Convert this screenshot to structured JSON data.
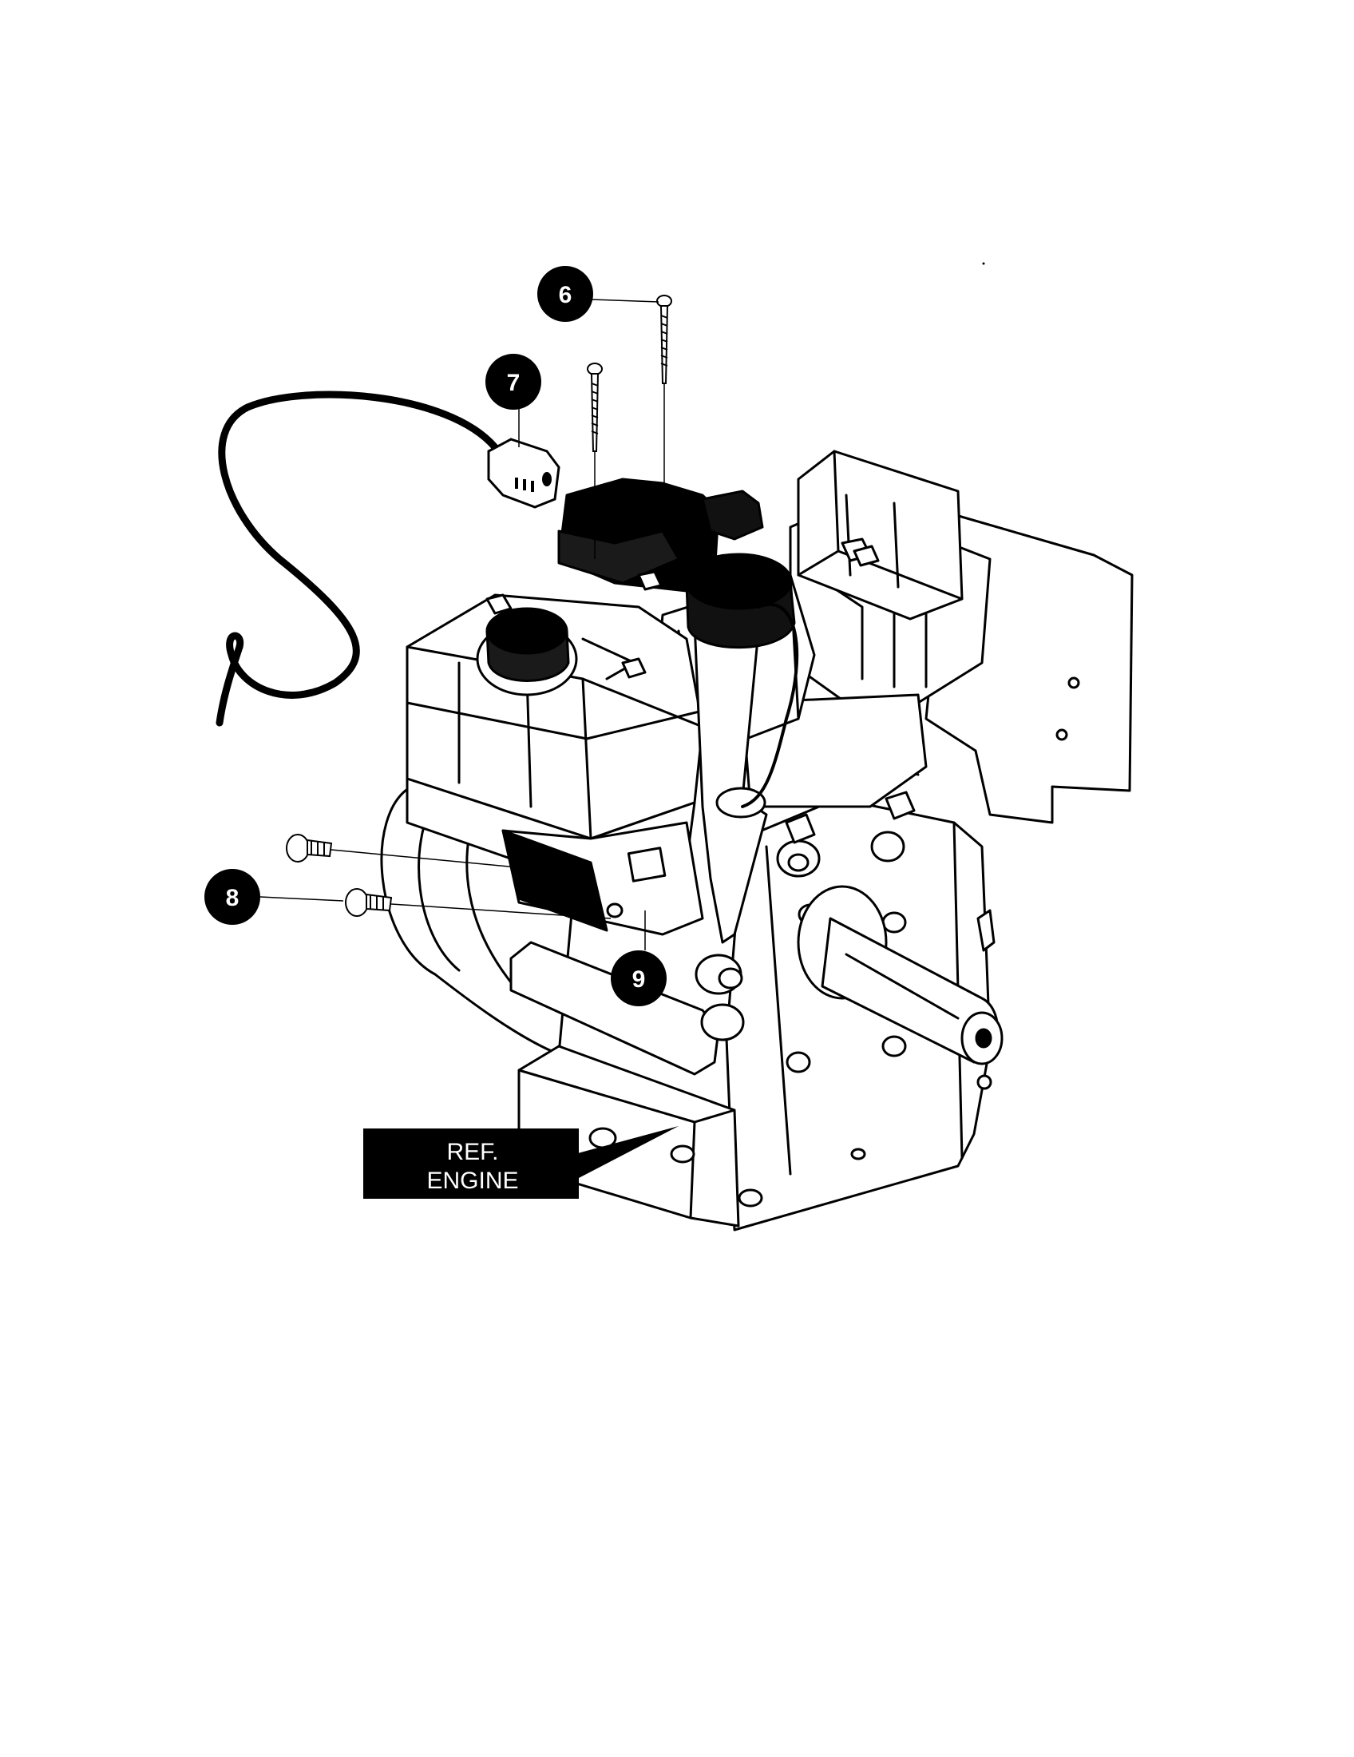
{
  "callouts": [
    {
      "id": "6",
      "label": "6"
    },
    {
      "id": "7",
      "label": "7"
    },
    {
      "id": "8",
      "label": "8"
    },
    {
      "id": "9",
      "label": "9"
    }
  ],
  "reference_label": {
    "line1": "REF.",
    "line2": "ENGINE"
  },
  "colors": {
    "ink": "#000000",
    "paper": "#ffffff"
  }
}
